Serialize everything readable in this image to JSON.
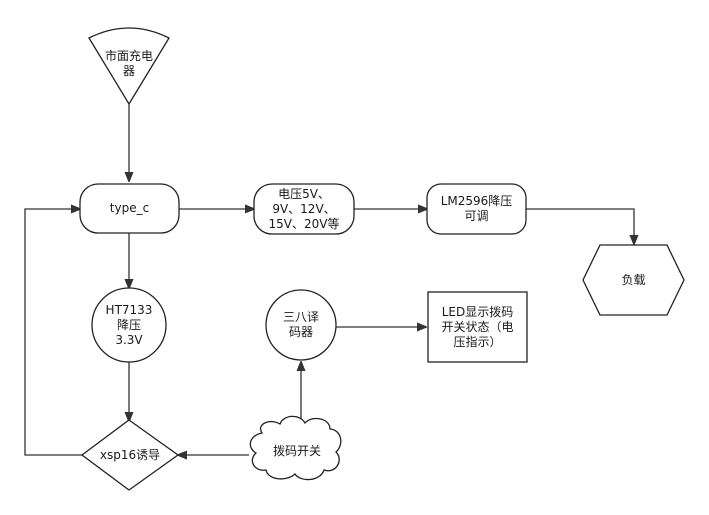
{
  "nodes": {
    "charger": "市面充电\n器",
    "typec": "type_c",
    "voltage": "电压5V、\n9V、12V、\n15V、20V等",
    "lm2596": "LM2596降压\n可调",
    "load": "负载",
    "ht7133": "HT7133\n降压\n3.3V",
    "decoder": "三八译\n码器",
    "led": "LED显示拨码\n开关状态（电\n压指示）",
    "xsp16": "xsp16诱导",
    "dip": "拨码开关"
  },
  "colors": {
    "stroke": "#222222",
    "fill": "#ffffff"
  }
}
